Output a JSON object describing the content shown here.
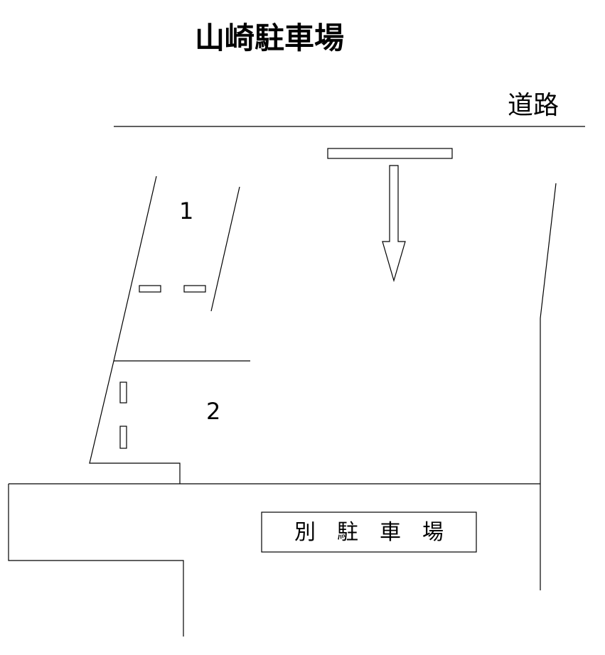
{
  "title": "山崎駐車場",
  "road_label": "道路",
  "spaces": [
    {
      "number": "1"
    },
    {
      "number": "2"
    }
  ],
  "annex_parking_label": "別　駐　車　場",
  "colors": {
    "line": "#000000",
    "background": "#ffffff"
  },
  "icons": {
    "entry_arrow": "down-arrow-icon",
    "wheel_stop": "wheel-stop-icon"
  }
}
